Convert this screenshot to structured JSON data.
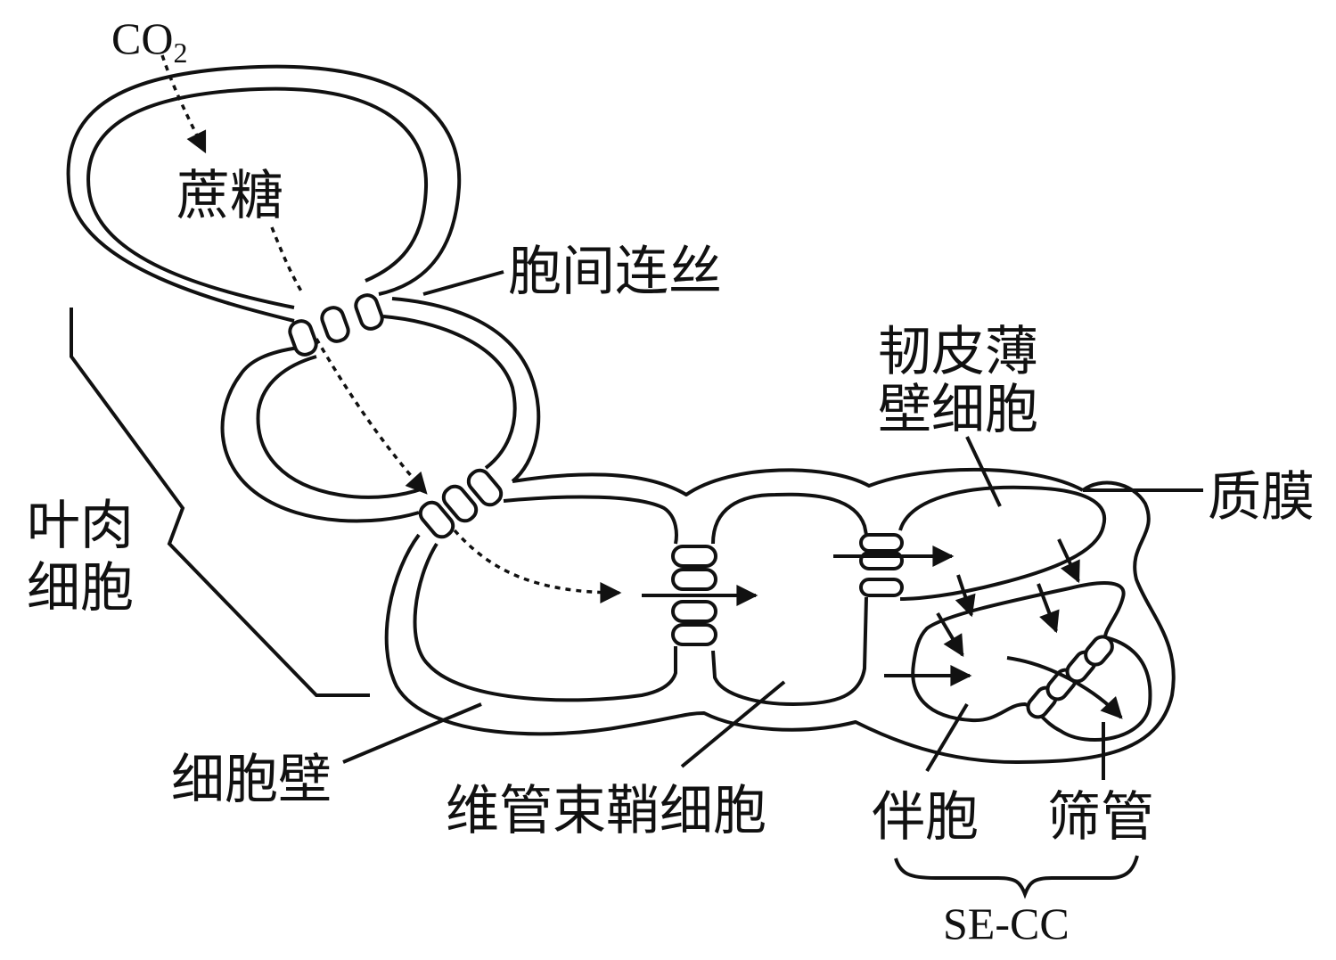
{
  "labels": {
    "co2": "CO",
    "co2_sub": "2",
    "sucrose": "蔗糖",
    "plasmodesmata": "胞间连丝",
    "mesophyll_line1": "叶肉",
    "mesophyll_line2": "细胞",
    "cell_wall": "细胞壁",
    "bundle_sheath": "维管束鞘细胞",
    "phloem_parenchyma_line1": "韧皮薄",
    "phloem_parenchyma_line2": "壁细胞",
    "plasma_membrane": "质膜",
    "companion_cell": "伴胞",
    "sieve_tube": "筛管",
    "se_cc": "SE-CC"
  }
}
